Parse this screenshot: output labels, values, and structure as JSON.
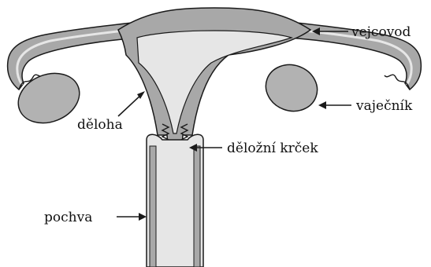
{
  "diagram": {
    "labels": {
      "oviduct": "vejcovod",
      "ovary": "vaječník",
      "uterus": "děloha",
      "cervix": "děložní krček",
      "vagina": "pochva"
    },
    "colors": {
      "outline": "#1a1a1a",
      "wall": "#a8a8a8",
      "lumen": "#e6e6e6",
      "ovary": "#b2b2b2",
      "background": "#ffffff"
    }
  }
}
